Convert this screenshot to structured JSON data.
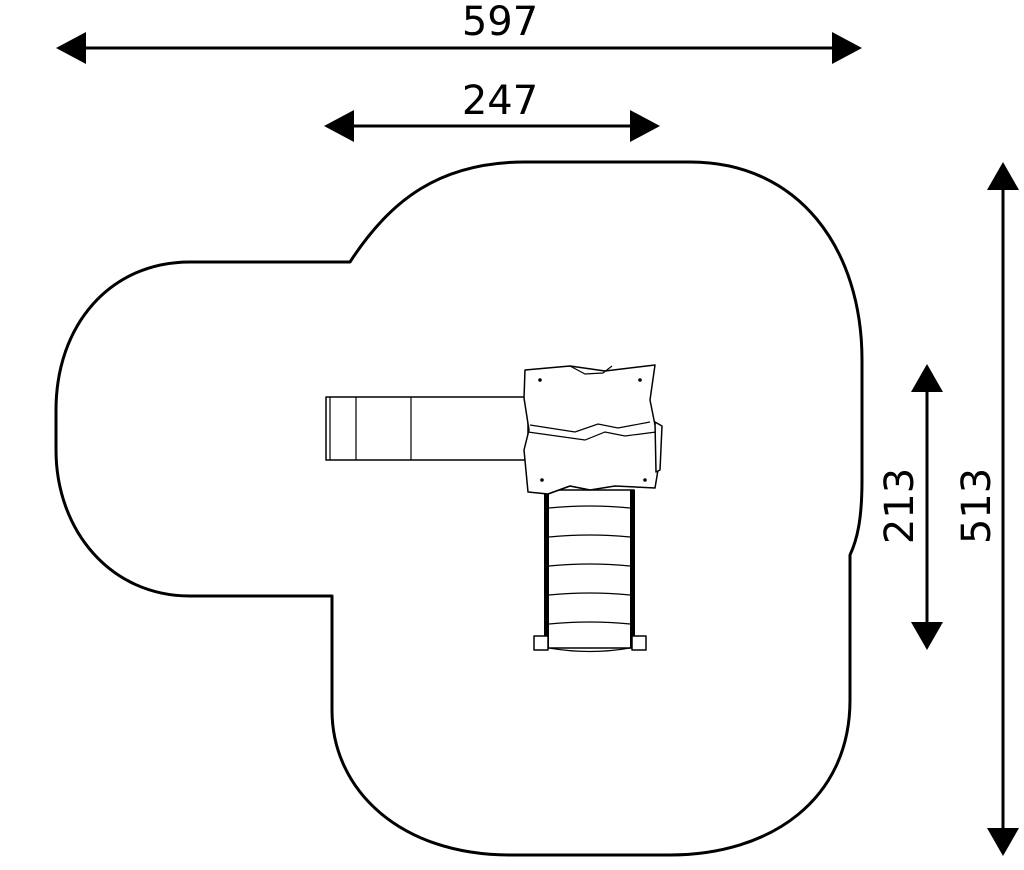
{
  "dimensions": {
    "total_width": "597",
    "tower_width": "247",
    "total_depth": "513",
    "equipment_depth": "213"
  }
}
